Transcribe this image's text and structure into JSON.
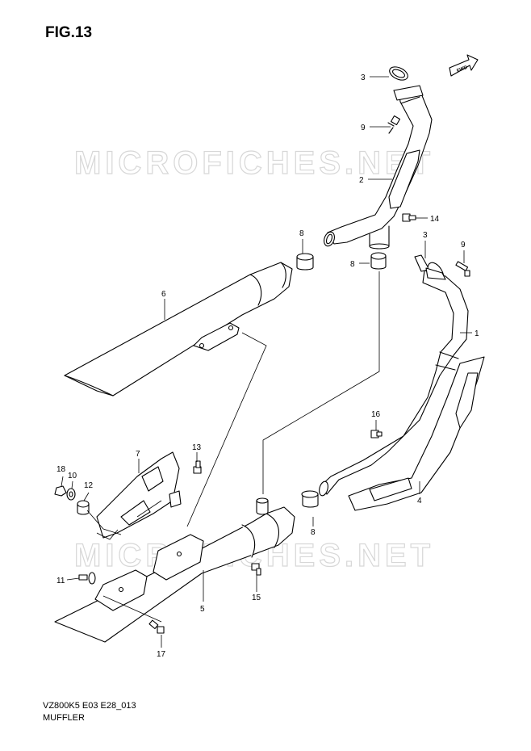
{
  "figure": {
    "title": "FIG.13",
    "model_code": "VZ800K5 E03 E28_013",
    "section_name": "MUFFLER"
  },
  "watermark": "MICROFICHES.NET",
  "fwd_label": "FWD",
  "callouts": {
    "c1": "1",
    "c2": "2",
    "c3a": "3",
    "c3b": "3",
    "c4": "4",
    "c5": "5",
    "c6": "6",
    "c7": "7",
    "c8a": "8",
    "c8b": "8",
    "c8c": "8",
    "c9a": "9",
    "c9b": "9",
    "c10": "10",
    "c11": "11",
    "c12": "12",
    "c13": "13",
    "c14": "14",
    "c15": "15",
    "c16": "16",
    "c17": "17",
    "c18": "18"
  },
  "colors": {
    "line": "#000000",
    "watermark_outline": "#d7d7d7"
  }
}
